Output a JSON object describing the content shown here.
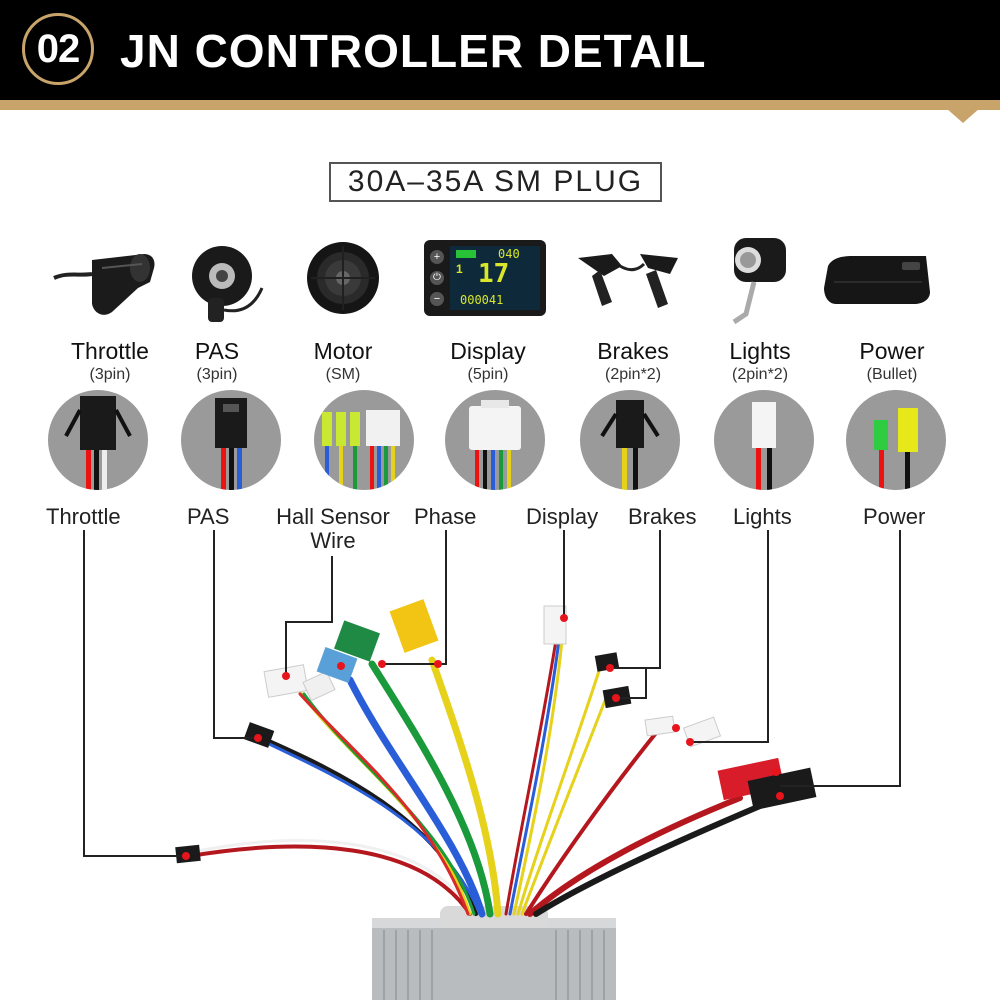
{
  "header": {
    "badge": "02",
    "title": "JN CONTROLLER DETAIL"
  },
  "plug_title": "30A–35A  SM  PLUG",
  "display_screen": {
    "speed_top": "040",
    "speed_big": "17",
    "odometer": "000041"
  },
  "categories": [
    {
      "name": "Throttle",
      "pin": "(3pin)"
    },
    {
      "name": "PAS",
      "pin": "(3pin)"
    },
    {
      "name": "Motor",
      "pin": "(SM)"
    },
    {
      "name": "Display",
      "pin": "(5pin)"
    },
    {
      "name": "Brakes",
      "pin": "(2pin*2)"
    },
    {
      "name": "Lights",
      "pin": "(2pin*2)"
    },
    {
      "name": "Power",
      "pin": "(Bullet)"
    }
  ],
  "wire_labels": {
    "throttle": "Throttle",
    "pas": "PAS",
    "hall_line1": "Hall Sensor",
    "hall_line2": "Wire",
    "phase": "Phase",
    "display": "Display",
    "brakes": "Brakes",
    "lights": "Lights",
    "power": "Power"
  },
  "colors": {
    "accent": "#c9a46a",
    "marker": "#e8141b"
  }
}
